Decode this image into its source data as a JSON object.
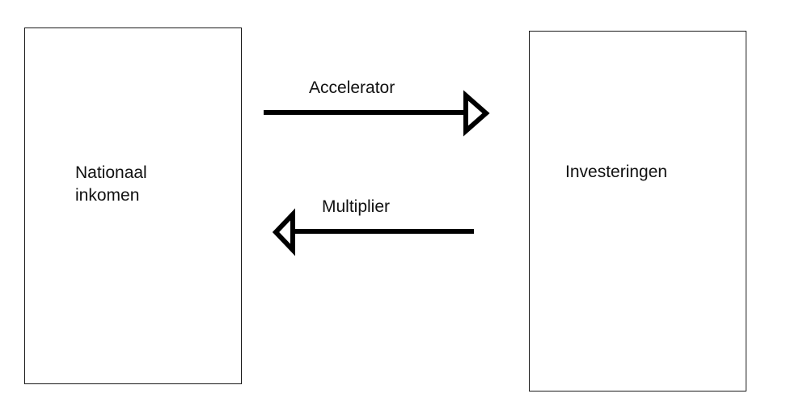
{
  "diagram": {
    "left_node": {
      "label_line1": "Nationaal",
      "label_line2": "inkomen"
    },
    "right_node": {
      "label": "Investeringen"
    },
    "arrow_to_right": {
      "label": "Accelerator"
    },
    "arrow_to_left": {
      "label": "Multiplier"
    }
  }
}
